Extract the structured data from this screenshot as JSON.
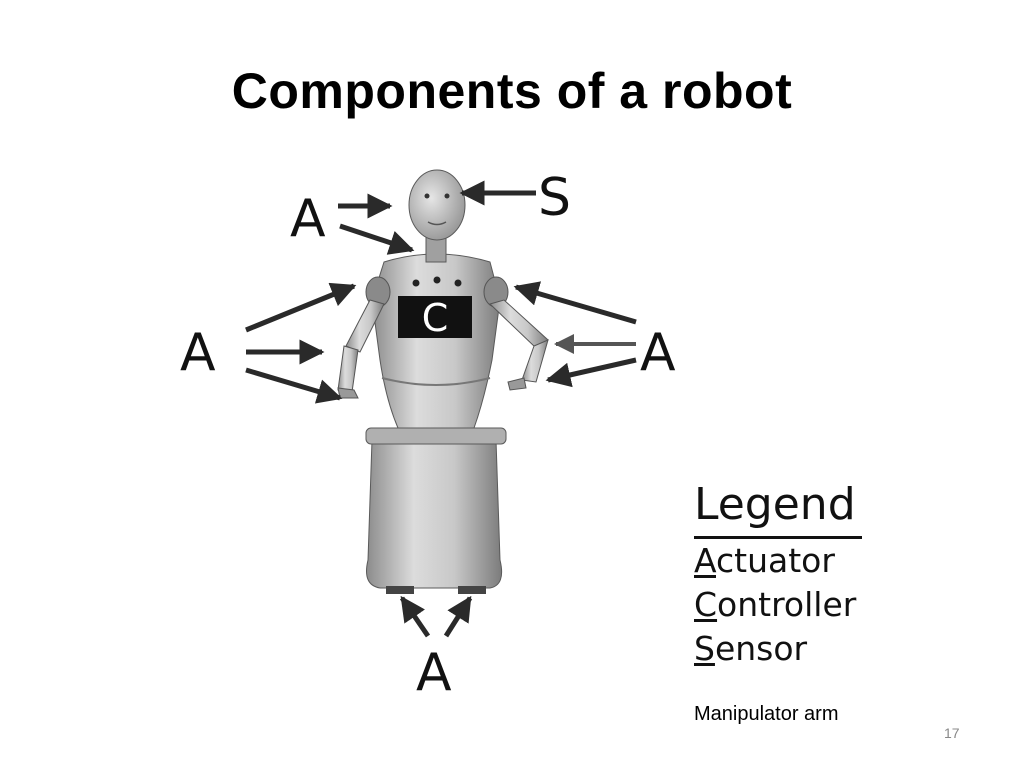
{
  "slide": {
    "title": "Components of a robot",
    "caption": "Manipulator arm",
    "page_number": "17"
  },
  "diagram": {
    "labels": {
      "head_actuator": "A",
      "head_sensor": "S",
      "left_arm_actuator": "A",
      "right_arm_actuator": "A",
      "base_actuator": "A",
      "controller": "C"
    }
  },
  "legend": {
    "heading": "Legend",
    "items": [
      {
        "initial": "A",
        "rest": "ctuator"
      },
      {
        "initial": "C",
        "rest": "ontroller"
      },
      {
        "initial": "S",
        "rest": "ensor"
      }
    ]
  },
  "colors": {
    "robot_light": "#d4d4d4",
    "robot_mid": "#a9a9a9",
    "robot_dark": "#6e6e6e",
    "arrow": "#2a2a2a",
    "arrow_gray": "#555555"
  }
}
